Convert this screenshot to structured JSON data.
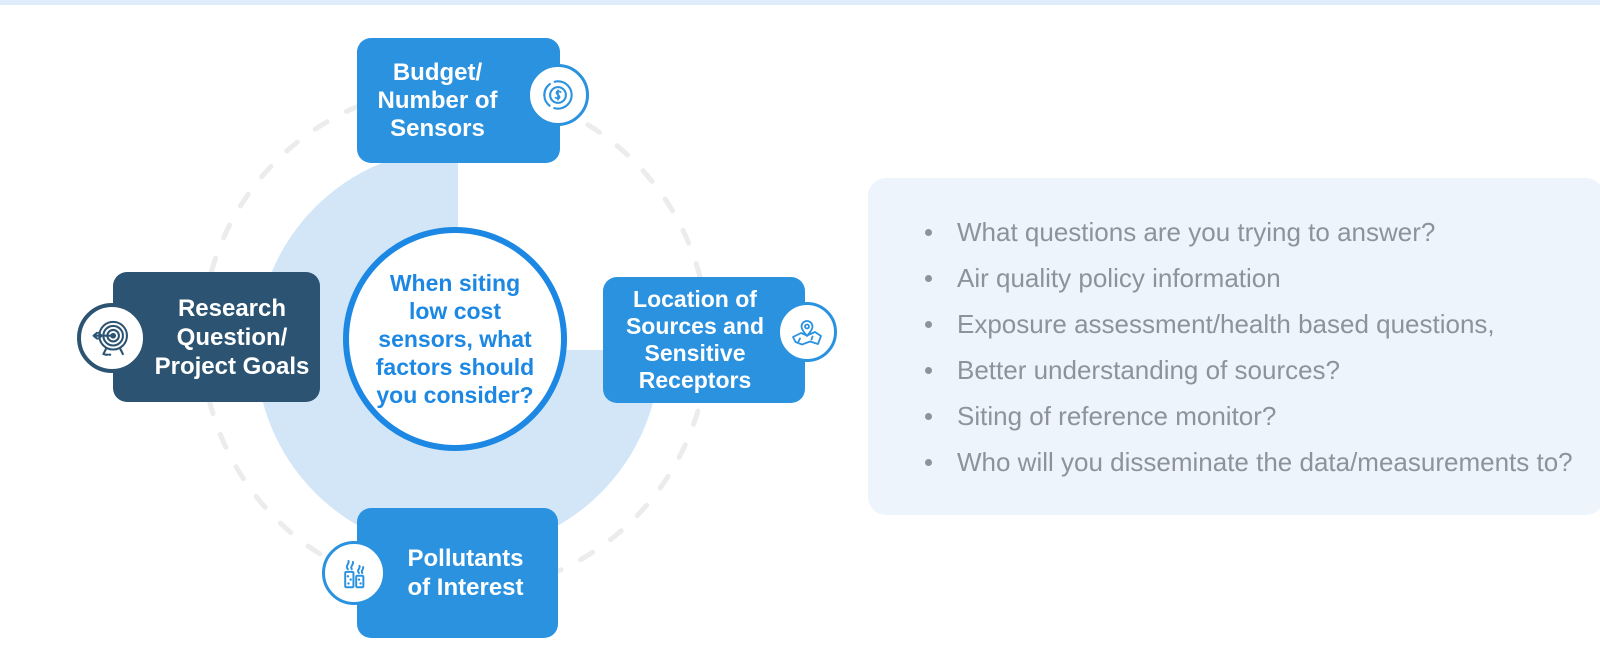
{
  "colors": {
    "accent": "#2b92e0",
    "accent_deep": "#1d88e3",
    "navy": "#2c5472",
    "light_circle": "#d3e6f8",
    "dash": "#ececec",
    "panel_bg": "#edf4fb",
    "bullet_text": "#8d939b",
    "top_bar": "#dfecfb"
  },
  "center": {
    "lines": [
      "When siting",
      "low cost",
      "sensors, what",
      "factors should",
      "you consider?"
    ]
  },
  "nodes": {
    "budget": {
      "lines": [
        "Budget/",
        "Number of",
        "Sensors"
      ],
      "icon": "donut-dollar-chart-icon"
    },
    "location": {
      "lines": [
        "Location of",
        "Sources and",
        "Sensitive",
        "Receptors"
      ],
      "icon": "map-pin-icon"
    },
    "pollutants": {
      "lines": [
        "Pollutants",
        "of Interest"
      ],
      "icon": "factory-smoke-icon"
    },
    "research": {
      "lines": [
        "Research",
        "Question/",
        "Project Goals"
      ],
      "icon": "target-arrow-icon"
    }
  },
  "panel": {
    "bullets": [
      "What questions are you trying to answer?",
      "Air quality policy information",
      "Exposure assessment/health based questions,",
      "Better understanding of sources?",
      "Siting of reference monitor?",
      "Who will you disseminate the data/measurements to?"
    ]
  }
}
